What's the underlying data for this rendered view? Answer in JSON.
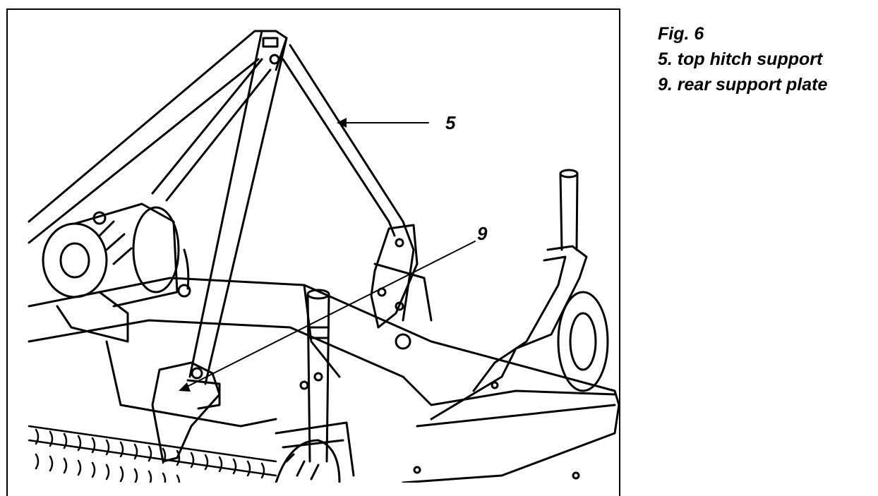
{
  "figure": {
    "title": "Fig. 6",
    "legend": [
      {
        "number": "5",
        "text": "5. top hitch support"
      },
      {
        "number": "9",
        "text": "9. rear support plate"
      }
    ]
  },
  "callouts": {
    "c5": "5",
    "c9": "9"
  },
  "colors": {
    "ink": "#000000",
    "paper": "#ffffff"
  }
}
